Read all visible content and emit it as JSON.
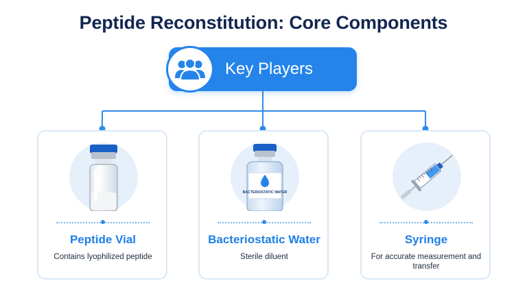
{
  "title": "Peptide Reconstitution: Core Components",
  "hub": {
    "label": "Key Players",
    "icon": "group-people-icon"
  },
  "components": [
    {
      "title": "Peptide Vial",
      "description": "Contains lyophilized peptide",
      "icon": "peptide-vial-icon"
    },
    {
      "title": "Bacteriostatic Water",
      "description": "Sterile diluent",
      "icon": "water-vial-icon",
      "vial_label": "BACTERIOSTATIC WATER"
    },
    {
      "title": "Syringe",
      "description": "For accurate measurement and transfer",
      "icon": "syringe-icon"
    }
  ],
  "colors": {
    "accent": "#2584ea",
    "title": "#132650",
    "card_border": "#d9e8f7",
    "illustration_bg": "#e6f0fb",
    "component_title": "#1f7fe6"
  }
}
